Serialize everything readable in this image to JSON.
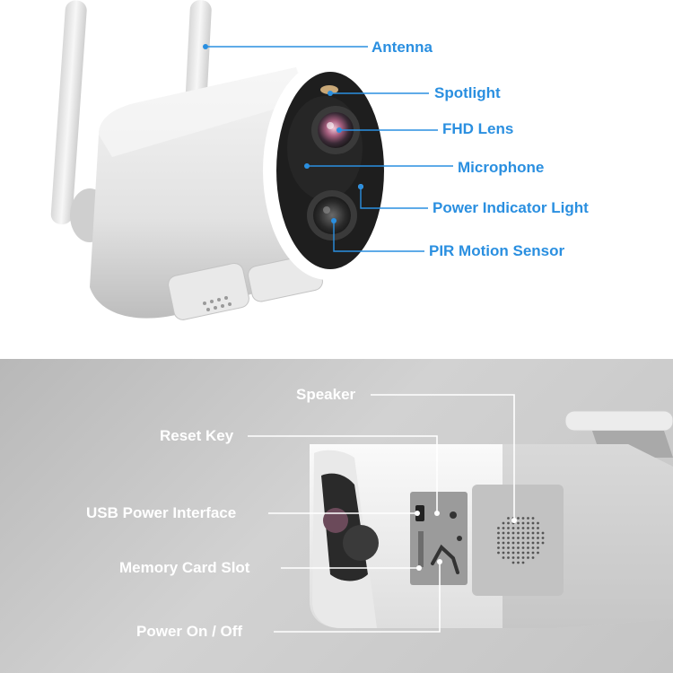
{
  "colors": {
    "callout_blue": "#2a8fe0",
    "callout_white": "#ffffff",
    "camera_body": "#e6e6e6",
    "bottom_background": "#c6c6c6"
  },
  "top_panel": {
    "labels": {
      "antenna": "Antenna",
      "spotlight": "Spotlight",
      "fhd_lens": "FHD Lens",
      "microphone": "Microphone",
      "power_indicator": "Power Indicator Light",
      "pir_sensor": "PIR Motion Sensor"
    }
  },
  "bottom_panel": {
    "labels": {
      "speaker": "Speaker",
      "reset_key": "Reset Key",
      "usb_power": "USB Power Interface",
      "memory_card": "Memory Card Slot",
      "power_switch": "Power On / Off"
    }
  }
}
